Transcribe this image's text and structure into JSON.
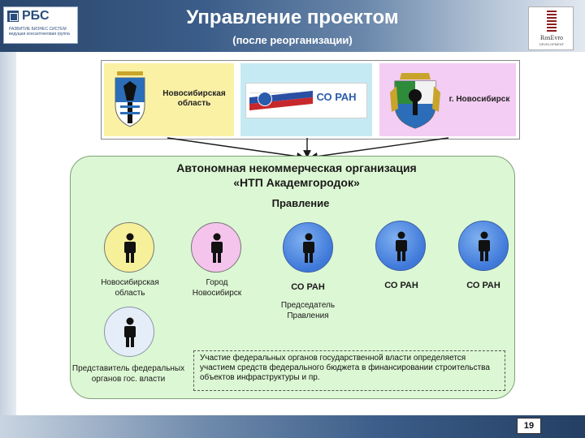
{
  "header": {
    "title": "Управление проектом",
    "subtitle": "(после реорганизации)"
  },
  "logos": {
    "left_main": "РБС",
    "left_line1": "РАЗВИТИЕ БИЗНЕС СИСТЕМ",
    "left_line2": "ведущая консалтинговая группа",
    "right_main": "RosEvro",
    "right_sub": "DEVELOPMENT"
  },
  "founders": [
    {
      "label": "Новосибирская область"
    },
    {
      "label": "СО РАН"
    },
    {
      "label": "г. Новосибирск"
    }
  ],
  "organization": {
    "line1": "Автономная некоммерческая организация",
    "line2": "«НТП Академгородок»",
    "board_title": "Правление"
  },
  "members": [
    {
      "label": "Новосибирская область"
    },
    {
      "label": "Город Новосибирск"
    },
    {
      "label": "СО РАН",
      "extra": "Председатель Правления"
    },
    {
      "label": "СО РАН"
    },
    {
      "label": "СО РАН"
    },
    {
      "label": "Представитель федеральных органов гос. власти"
    }
  ],
  "note": "Участие федеральных органов государственной власти определяется участием средств федерального бюджета в финансировании строительства объектов инфраструктуры и пр.",
  "footer": {
    "page_number": "19"
  },
  "colors": {
    "header_band": "#2a466c",
    "panel_green": "#dcf7d3",
    "founder_yellow": "#fbf1a5",
    "founder_blue": "#c6eaf3",
    "founder_pink": "#f3cdf3",
    "member_blue": "#3e78d9"
  }
}
